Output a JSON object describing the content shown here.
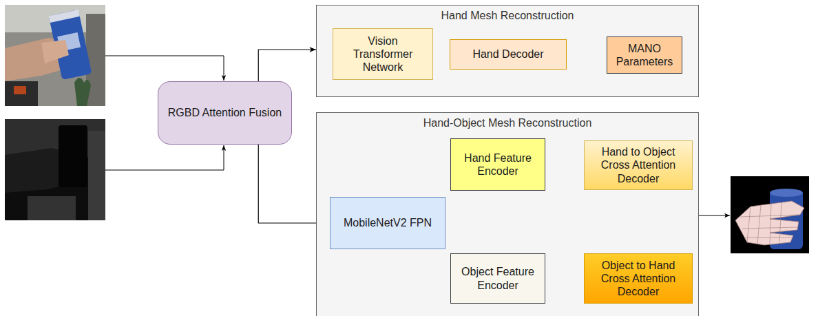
{
  "diagram": {
    "nodes": [
      {
        "text": [
          "Hand Mesh Reconstruction"
        ]
      },
      {
        "text": [
          "Vision Transformer Network"
        ],
        "in": 0
      },
      {
        "text": [
          "Hand Decoder"
        ],
        "in": 0
      },
      {
        "text": [
          "MANO Parameters"
        ],
        "in": 0
      },
      {
        "text": [
          "RGBD Attention Fusion"
        ]
      },
      {
        "text": [
          "Hand-Object Mesh Reconstruction"
        ]
      },
      {
        "text": [
          "MobileNetV2 FPN"
        ],
        "in": 5
      },
      {
        "text": [
          "Hand Feature Encoder"
        ],
        "in": 5
      },
      {
        "text": [
          "Object Feature Encoder"
        ],
        "in": 5
      },
      {
        "text": [
          "Hand to Object Cross Attention Decoder"
        ],
        "in": 5
      },
      {
        "text": [
          "Object to Hand Cross Attention Decoder"
        ],
        "in": 5
      }
    ],
    "edges": [
      {
        "from": 4,
        "to": 0,
        "arrow": "to"
      },
      {
        "from": 4,
        "to": 6,
        "arrow": "to"
      },
      {
        "from": 1,
        "to": 2,
        "arrow": "to"
      },
      {
        "from": 2,
        "to": 3,
        "arrow": "to"
      },
      {
        "from": 6,
        "to": 7,
        "arrow": "to"
      },
      {
        "from": 6,
        "to": 8,
        "arrow": "to"
      },
      {
        "from": 7,
        "to": 9,
        "arrow": "to"
      },
      {
        "from": 8,
        "to": 10,
        "arrow": "to"
      },
      {
        "from": 7,
        "to": 10,
        "arrow": "to"
      },
      {
        "from": 8,
        "to": 9,
        "arrow": "to"
      }
    ]
  }
}
